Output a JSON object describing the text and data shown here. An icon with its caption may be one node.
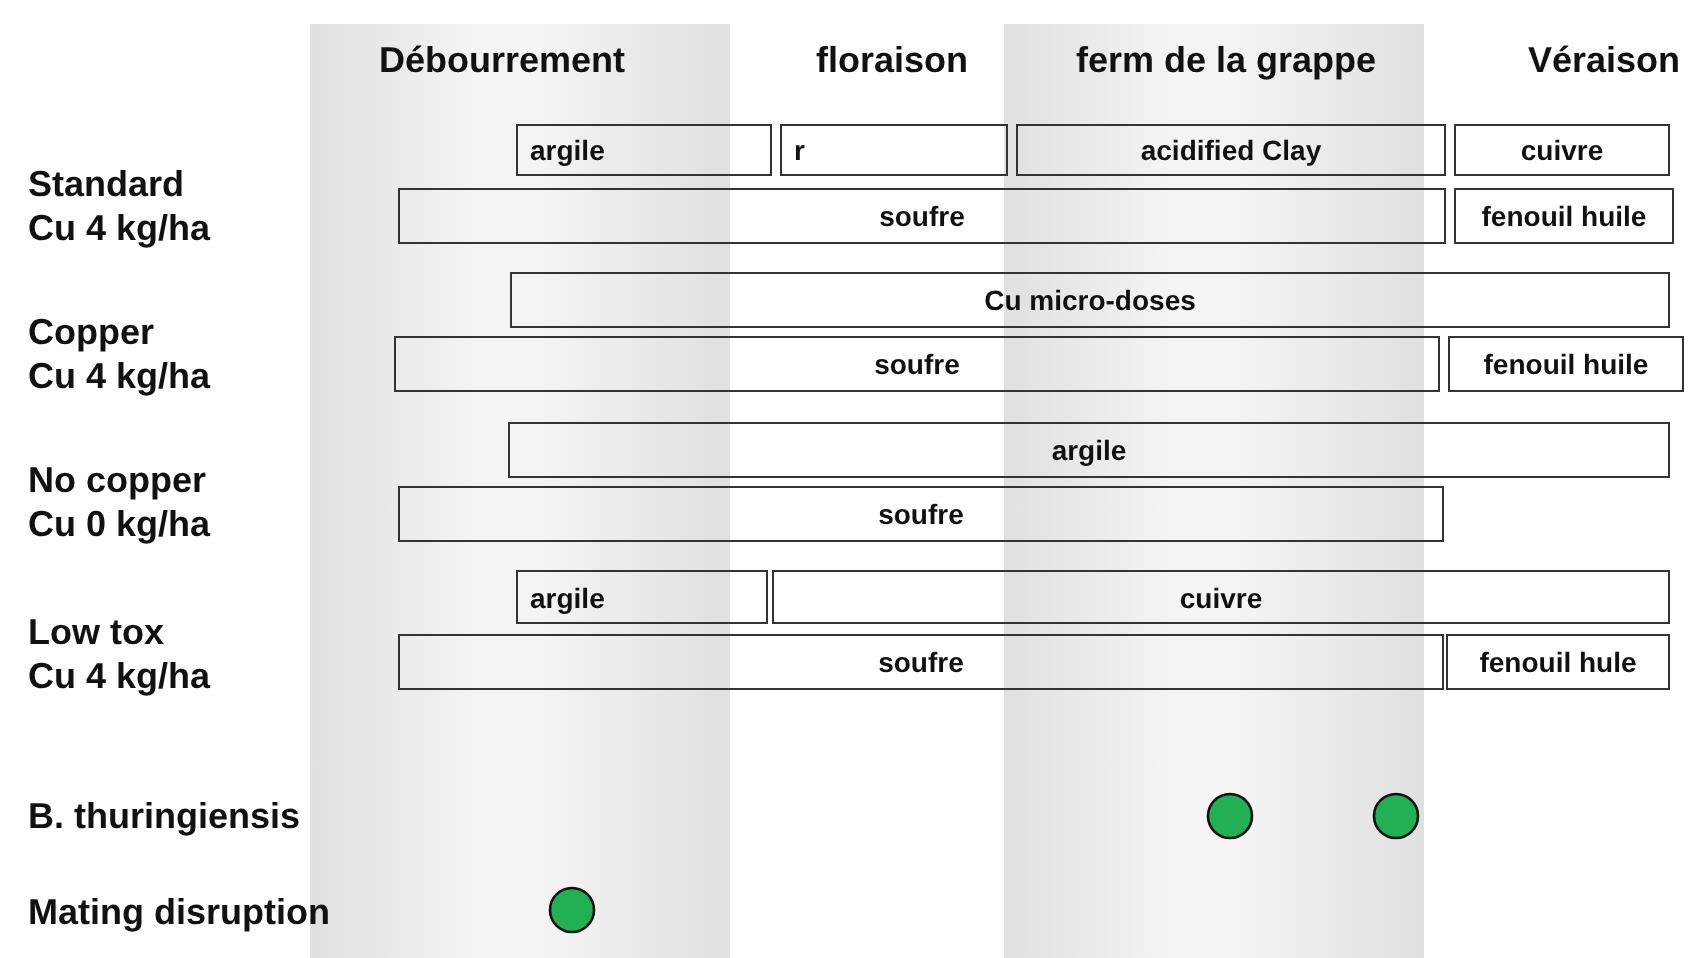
{
  "diagram": {
    "nodes": [
      {
        "text": [
          "argile"
        ]
      },
      {
        "text": [
          "r"
        ]
      },
      {
        "text": [
          "acidified Clay"
        ]
      },
      {
        "text": [
          "cuivre"
        ]
      },
      {
        "text": [
          "soufre"
        ]
      },
      {
        "text": [
          "fenouil huile"
        ]
      },
      {
        "text": [
          "Cu micro-doses"
        ]
      },
      {
        "text": [
          "soufre"
        ]
      },
      {
        "text": [
          "fenouil huile"
        ]
      },
      {
        "text": [
          "argile"
        ]
      },
      {
        "text": [
          "soufre"
        ]
      },
      {
        "text": [
          "argile"
        ]
      },
      {
        "text": [
          "cuivre"
        ]
      },
      {
        "text": [
          "soufre"
        ]
      },
      {
        "text": [
          "fenouil hule"
        ]
      },
      {
        "text": [],
        "shape": "circle"
      },
      {
        "text": [],
        "shape": "circle"
      },
      {
        "text": [],
        "shape": "circle"
      }
    ],
    "labels": [
      "Débourrement",
      "floraison",
      "ferm de la grappe",
      "Véraison",
      "Standard Cu 4 kg/ha",
      "Copper Cu 4 kg/ha",
      "No copper Cu 0 kg/ha",
      "Low tox Cu 4 kg/ha",
      "B. thuringiensis",
      "Mating disruption"
    ]
  }
}
